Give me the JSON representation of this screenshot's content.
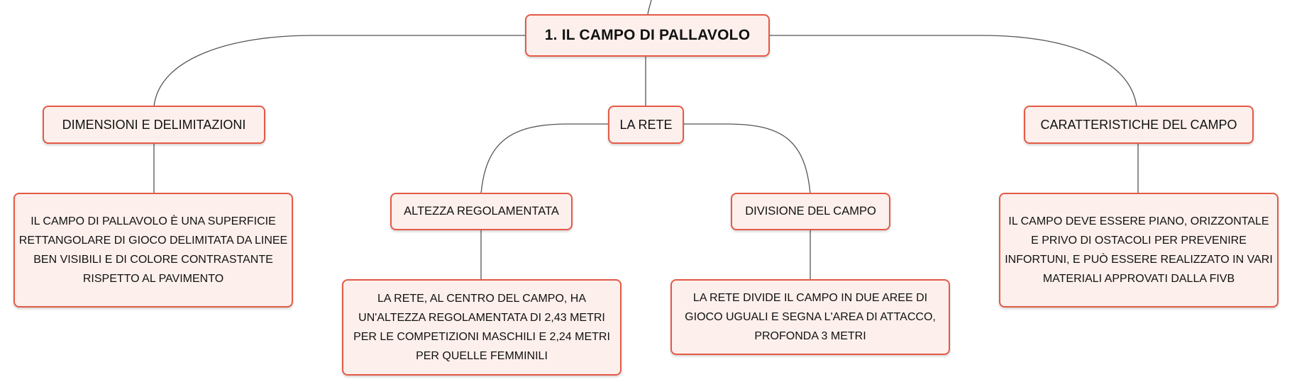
{
  "diagram": {
    "type": "mind-map",
    "colors": {
      "node_border": "#e45a47",
      "node_fill": "#fdf0ec",
      "connector": "#555555",
      "text": "#111111"
    },
    "root": {
      "label": "1. IL CAMPO DI PALLAVOLO"
    },
    "topics": {
      "dimensioni": {
        "label": "DIMENSIONI E DELIMITAZIONI",
        "detail": "IL CAMPO DI PALLAVOLO È UNA SUPERFICIE RETTANGOLARE DI GIOCO DELIMITATA DA LINEE BEN VISIBILI E DI COLORE CONTRASTANTE RISPETTO AL PAVIMENTO"
      },
      "rete": {
        "label": "LA RETE",
        "altezza": {
          "label": "ALTEZZA REGOLAMENTATA",
          "detail": "LA RETE, AL CENTRO DEL CAMPO, HA UN'ALTEZZA REGOLAMENTATA DI 2,43 METRI PER LE COMPETIZIONI MASCHILI E 2,24 METRI PER QUELLE FEMMINILI"
        },
        "divisione": {
          "label": "DIVISIONE DEL CAMPO",
          "detail": "LA RETE DIVIDE IL CAMPO IN DUE AREE DI GIOCO UGUALI E SEGNA L'AREA DI ATTACCO, PROFONDA 3 METRI"
        }
      },
      "caratteristiche": {
        "label": "CARATTERISTICHE DEL CAMPO",
        "detail": "IL CAMPO DEVE ESSERE PIANO, ORIZZONTALE E PRIVO DI OSTACOLI PER PREVENIRE INFORTUNI, E PUÒ ESSERE REALIZZATO IN VARI MATERIALI APPROVATI DALLA FIVB"
      }
    }
  }
}
